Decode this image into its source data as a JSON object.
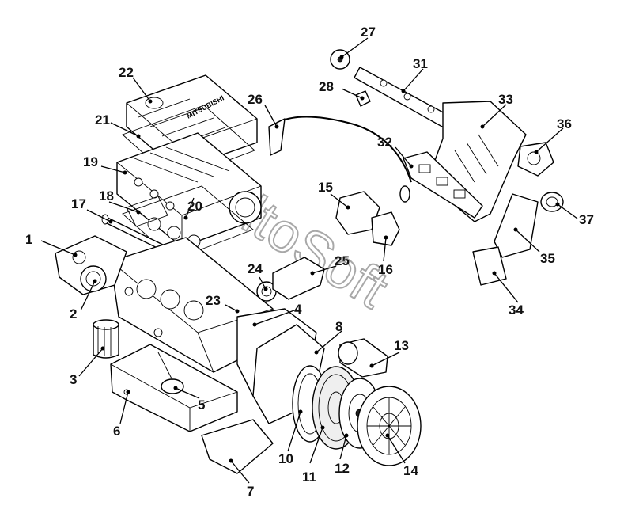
{
  "watermark": "AltoSoft",
  "brand_text": "MITSUBISHI",
  "callouts": [
    {
      "id": "1",
      "label": "1"
    },
    {
      "id": "2",
      "label": "2"
    },
    {
      "id": "3",
      "label": "3"
    },
    {
      "id": "4",
      "label": "4"
    },
    {
      "id": "5",
      "label": "5"
    },
    {
      "id": "6",
      "label": "6"
    },
    {
      "id": "7",
      "label": "7"
    },
    {
      "id": "8",
      "label": "8"
    },
    {
      "id": "10",
      "label": "10"
    },
    {
      "id": "11",
      "label": "11"
    },
    {
      "id": "12",
      "label": "12"
    },
    {
      "id": "13",
      "label": "13"
    },
    {
      "id": "14",
      "label": "14"
    },
    {
      "id": "15",
      "label": "15"
    },
    {
      "id": "16",
      "label": "16"
    },
    {
      "id": "17",
      "label": "17"
    },
    {
      "id": "18",
      "label": "18"
    },
    {
      "id": "19",
      "label": "19"
    },
    {
      "id": "20",
      "label": "20"
    },
    {
      "id": "21",
      "label": "21"
    },
    {
      "id": "22",
      "label": "22"
    },
    {
      "id": "23",
      "label": "23"
    },
    {
      "id": "24",
      "label": "24"
    },
    {
      "id": "25",
      "label": "25"
    },
    {
      "id": "26",
      "label": "26"
    },
    {
      "id": "27",
      "label": "27"
    },
    {
      "id": "28",
      "label": "28"
    },
    {
      "id": "31",
      "label": "31"
    },
    {
      "id": "32",
      "label": "32"
    },
    {
      "id": "33",
      "label": "33"
    },
    {
      "id": "34",
      "label": "34"
    },
    {
      "id": "35",
      "label": "35"
    },
    {
      "id": "36",
      "label": "36"
    },
    {
      "id": "37",
      "label": "37"
    }
  ]
}
